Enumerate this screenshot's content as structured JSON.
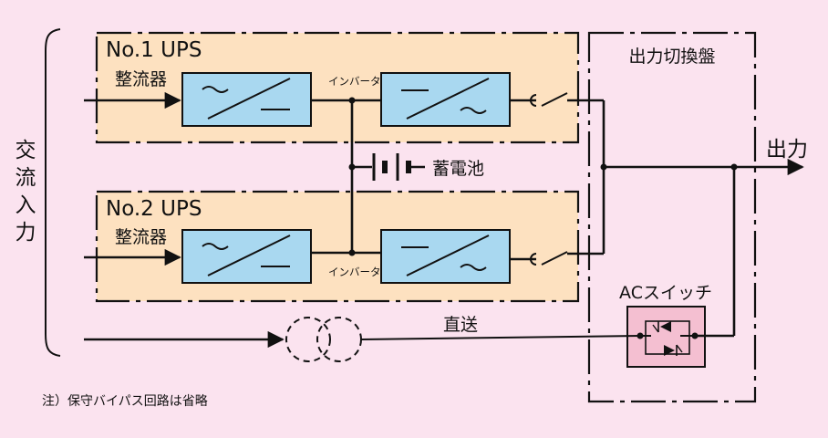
{
  "input_label": "交流入力",
  "ups1": {
    "title": "No.1 UPS",
    "rectifier_label": "整流器",
    "inverter_label": "インバータ"
  },
  "ups2": {
    "title": "No.2 UPS",
    "rectifier_label": "整流器",
    "inverter_label": "インバータ"
  },
  "battery_label": "蓄電池",
  "output_panel": {
    "title": "出力切換盤",
    "ac_switch_label": "ACスイッチ"
  },
  "output_label": "出力",
  "bypass_label": "直送",
  "note": "注）保守バイパス回路は省略"
}
